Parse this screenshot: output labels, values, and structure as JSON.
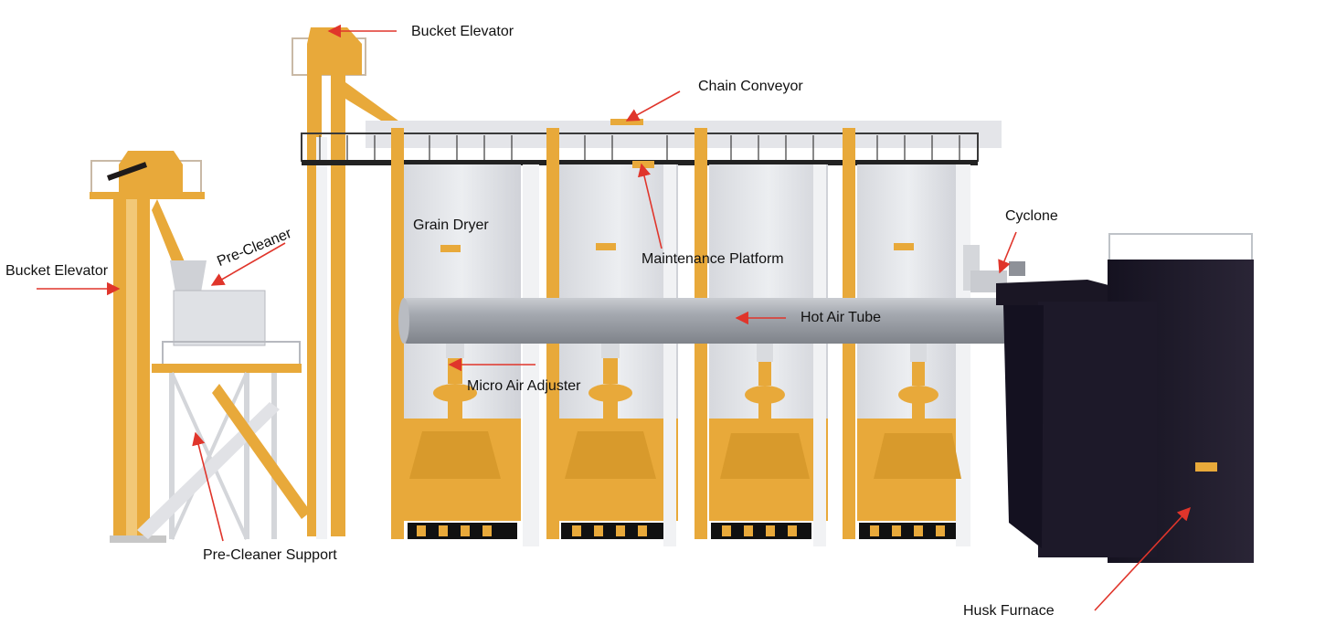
{
  "labels": {
    "bucket_elevator_top": "Bucket Elevator",
    "bucket_elevator_left": "Bucket Elevator",
    "chain_conveyor": "Chain Conveyor",
    "grain_dryer": "Grain Dryer",
    "maintenance_platform": "Maintenance Platform",
    "cyclone": "Cyclone",
    "pre_cleaner": "Pre-Cleaner",
    "hot_air_tube": "Hot Air Tube",
    "micro_air_adjuster": "Micro Air Adjuster",
    "pre_cleaner_support": "Pre-Cleaner Support",
    "husk_furnace": "Husk Furnace"
  },
  "colors": {
    "equipment_yellow": "#e8a93a",
    "dryer_panel": "#e3e4e8",
    "furnace_dark": "#1e1a28",
    "tube_silver": "#a8acb3",
    "arrow_red": "#e0352b",
    "rail_dark": "#2a2a2a"
  },
  "dryer_count": 4
}
